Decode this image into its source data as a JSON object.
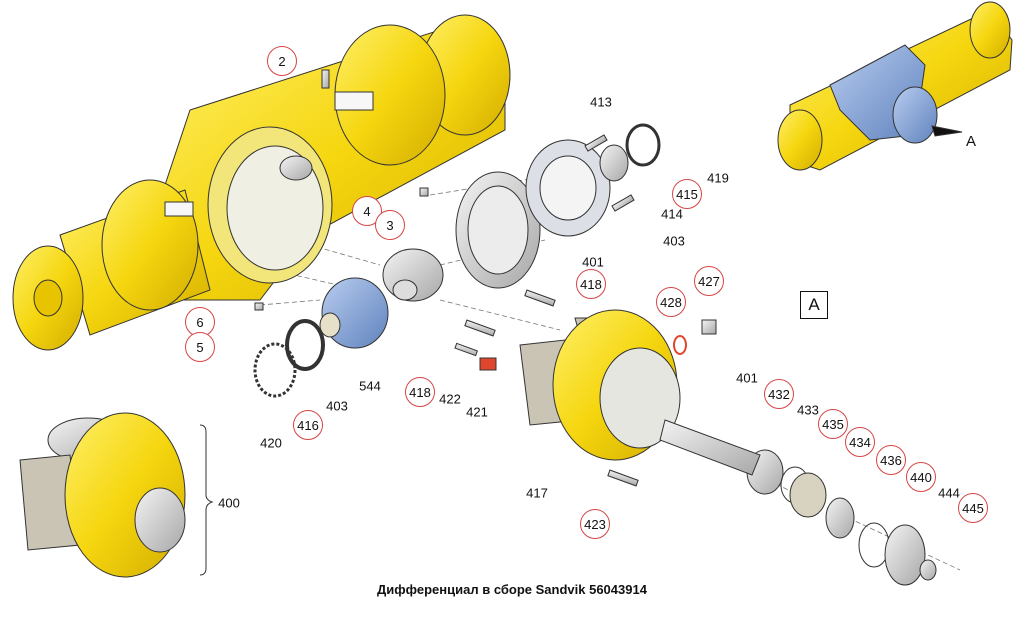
{
  "caption": "Дифференциал в сборе Sandvik 56043914",
  "view_marker": "A",
  "view_arrow_label": "A",
  "assembly_label": "400",
  "part_labels": [
    {
      "text": "2",
      "circled": true
    },
    {
      "text": "413",
      "circled": false
    },
    {
      "text": "419",
      "circled": false
    },
    {
      "text": "415",
      "circled": true
    },
    {
      "text": "414",
      "circled": false
    },
    {
      "text": "4",
      "circled": true
    },
    {
      "text": "3",
      "circled": true
    },
    {
      "text": "403",
      "circled": false
    },
    {
      "text": "401",
      "circled": false
    },
    {
      "text": "418",
      "circled": true
    },
    {
      "text": "427",
      "circled": true
    },
    {
      "text": "428",
      "circled": true
    },
    {
      "text": "6",
      "circled": true
    },
    {
      "text": "5",
      "circled": true
    },
    {
      "text": "544",
      "circled": false
    },
    {
      "text": "403",
      "circled": false
    },
    {
      "text": "416",
      "circled": true
    },
    {
      "text": "420",
      "circled": false
    },
    {
      "text": "418",
      "circled": true
    },
    {
      "text": "422",
      "circled": false
    },
    {
      "text": "421",
      "circled": false
    },
    {
      "text": "401",
      "circled": false
    },
    {
      "text": "432",
      "circled": true
    },
    {
      "text": "433",
      "circled": false
    },
    {
      "text": "435",
      "circled": true
    },
    {
      "text": "434",
      "circled": true
    },
    {
      "text": "436",
      "circled": true
    },
    {
      "text": "440",
      "circled": true
    },
    {
      "text": "444",
      "circled": false
    },
    {
      "text": "445",
      "circled": true
    },
    {
      "text": "417",
      "circled": false
    },
    {
      "text": "423",
      "circled": true
    }
  ],
  "colors": {
    "housing_yellow": "#f5d60f",
    "hub_blue": "#7f9fd0",
    "bracket_gray": "#c9c4b4",
    "callout_red": "#d64545",
    "accent_red": "#e0452e"
  }
}
